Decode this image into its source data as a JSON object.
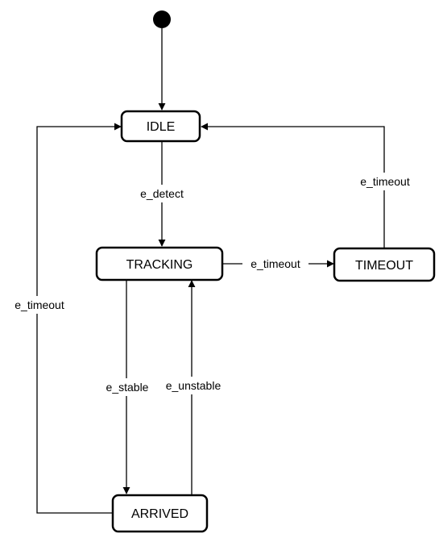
{
  "states": {
    "idle": "IDLE",
    "tracking": "TRACKING",
    "timeout": "TIMEOUT",
    "arrived": "ARRIVED"
  },
  "events": {
    "idle_to_tracking": "e_detect",
    "tracking_to_timeout": "e_timeout",
    "timeout_to_idle": "e_timeout",
    "arrived_to_idle": "e_timeout",
    "tracking_to_arrived": "e_stable",
    "arrived_to_tracking": "e_unstable"
  },
  "colors": {
    "stroke": "#000000",
    "background": "#ffffff"
  }
}
